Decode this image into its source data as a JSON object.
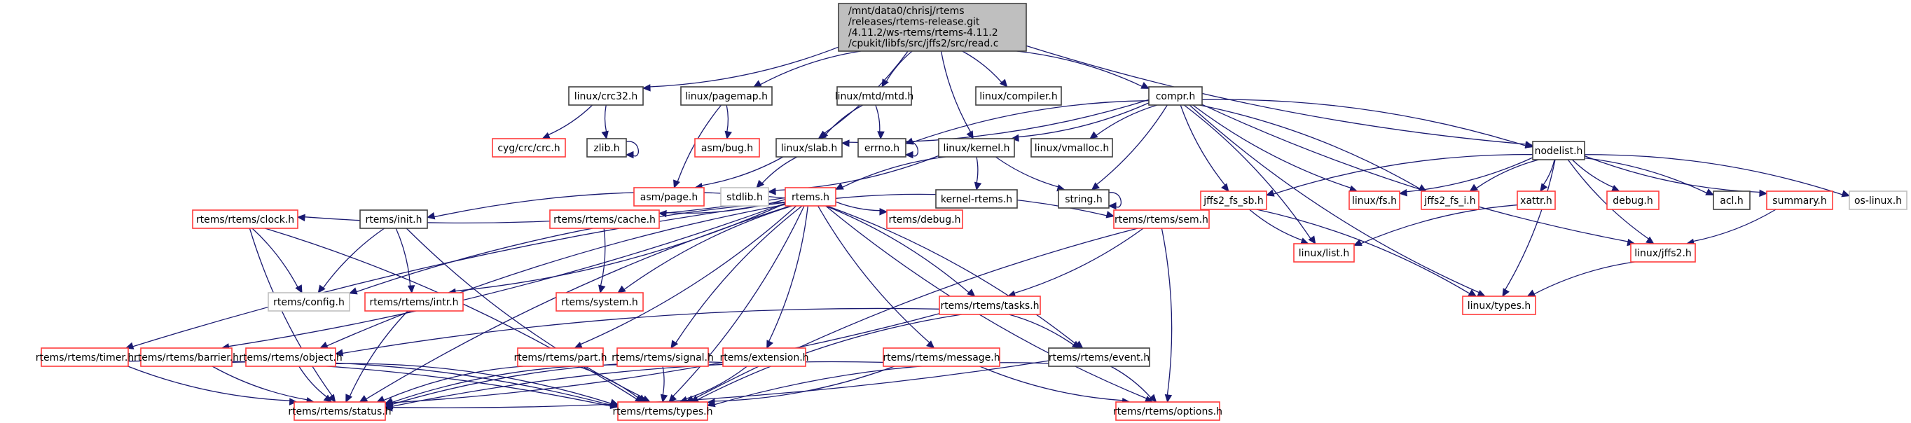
{
  "title": "Include dependency graph for read.c",
  "legend": {
    "border_colors": {
      "documented": "#404040",
      "not_found": "#ff3b3b",
      "external": "#bfbfbf",
      "root_fill": "#bfbfbf"
    },
    "edge_color": "#191970"
  },
  "nodes": [
    {
      "id": "root",
      "kind": "root",
      "lines": [
        "/mnt/data0/chrisj/rtems",
        "/releases/rtems-release.git",
        "/4.11.2/ws-rtems/rtems-4.11.2",
        "/cpukit/libfs/src/jffs2/src/read.c"
      ]
    },
    {
      "id": "crc32",
      "kind": "black",
      "label": "linux/crc32.h"
    },
    {
      "id": "pagemap",
      "kind": "black",
      "label": "linux/pagemap.h"
    },
    {
      "id": "mtd",
      "kind": "black",
      "label": "linux/mtd/mtd.h"
    },
    {
      "id": "compiler",
      "kind": "black",
      "label": "linux/compiler.h"
    },
    {
      "id": "compr",
      "kind": "black",
      "label": "compr.h"
    },
    {
      "id": "nodelist",
      "kind": "black",
      "label": "nodelist.h"
    },
    {
      "id": "cygcrc",
      "kind": "red",
      "label": "cyg/crc/crc.h"
    },
    {
      "id": "zlib",
      "kind": "black",
      "label": "zlib.h"
    },
    {
      "id": "asmbug",
      "kind": "red",
      "label": "asm/bug.h"
    },
    {
      "id": "slab",
      "kind": "black",
      "label": "linux/slab.h"
    },
    {
      "id": "errno",
      "kind": "black",
      "label": "errno.h"
    },
    {
      "id": "kernel",
      "kind": "black",
      "label": "linux/kernel.h"
    },
    {
      "id": "vmalloc",
      "kind": "black",
      "label": "linux/vmalloc.h"
    },
    {
      "id": "asmpage",
      "kind": "red",
      "label": "asm/page.h"
    },
    {
      "id": "stdlib",
      "kind": "gray",
      "label": "stdlib.h"
    },
    {
      "id": "rtemsh",
      "kind": "red",
      "label": "rtems.h"
    },
    {
      "id": "kernelrtems",
      "kind": "black",
      "label": "kernel-rtems.h"
    },
    {
      "id": "string",
      "kind": "black",
      "label": "string.h"
    },
    {
      "id": "fssb",
      "kind": "red",
      "label": "jffs2_fs_sb.h"
    },
    {
      "id": "linuxfs",
      "kind": "red",
      "label": "linux/fs.h"
    },
    {
      "id": "fsi",
      "kind": "red",
      "label": "jffs2_fs_i.h"
    },
    {
      "id": "xattr",
      "kind": "red",
      "label": "xattr.h"
    },
    {
      "id": "debugh",
      "kind": "red",
      "label": "debug.h"
    },
    {
      "id": "acl",
      "kind": "black",
      "label": "acl.h"
    },
    {
      "id": "summary",
      "kind": "red",
      "label": "summary.h"
    },
    {
      "id": "oslinux",
      "kind": "gray",
      "label": "os-linux.h"
    },
    {
      "id": "clock",
      "kind": "red",
      "label": "rtems/rtems/clock.h"
    },
    {
      "id": "init",
      "kind": "black",
      "label": "rtems/init.h"
    },
    {
      "id": "cache",
      "kind": "red",
      "label": "rtems/rtems/cache.h"
    },
    {
      "id": "rdebug",
      "kind": "red",
      "label": "rtems/debug.h"
    },
    {
      "id": "sem",
      "kind": "red",
      "label": "rtems/rtems/sem.h"
    },
    {
      "id": "list",
      "kind": "red",
      "label": "linux/list.h"
    },
    {
      "id": "jffs2h",
      "kind": "red",
      "label": "linux/jffs2.h"
    },
    {
      "id": "config",
      "kind": "gray",
      "label": "rtems/config.h"
    },
    {
      "id": "intr",
      "kind": "red",
      "label": "rtems/rtems/intr.h"
    },
    {
      "id": "system",
      "kind": "red",
      "label": "rtems/system.h"
    },
    {
      "id": "tasks",
      "kind": "red",
      "label": "rtems/rtems/tasks.h"
    },
    {
      "id": "ltypes",
      "kind": "red",
      "label": "linux/types.h"
    },
    {
      "id": "timer",
      "kind": "red",
      "label": "rtems/rtems/timer.h"
    },
    {
      "id": "barrier",
      "kind": "red",
      "label": "rtems/rtems/barrier.h"
    },
    {
      "id": "object",
      "kind": "red",
      "label": "rtems/rtems/object.h"
    },
    {
      "id": "part",
      "kind": "red",
      "label": "rtems/rtems/part.h"
    },
    {
      "id": "signal",
      "kind": "red",
      "label": "rtems/rtems/signal.h"
    },
    {
      "id": "extension",
      "kind": "red",
      "label": "rtems/extension.h"
    },
    {
      "id": "message",
      "kind": "red",
      "label": "rtems/rtems/message.h"
    },
    {
      "id": "event",
      "kind": "black",
      "label": "rtems/rtems/event.h"
    },
    {
      "id": "status",
      "kind": "red",
      "label": "rtems/rtems/status.h"
    },
    {
      "id": "rtypes",
      "kind": "red",
      "label": "rtems/rtems/types.h"
    },
    {
      "id": "options",
      "kind": "red",
      "label": "rtems/rtems/options.h"
    }
  ],
  "edges": [
    [
      "root",
      "crc32"
    ],
    [
      "root",
      "pagemap"
    ],
    [
      "root",
      "slab"
    ],
    [
      "root",
      "mtd"
    ],
    [
      "root",
      "compiler"
    ],
    [
      "root",
      "kernel"
    ],
    [
      "root",
      "compr"
    ],
    [
      "root",
      "nodelist"
    ],
    [
      "crc32",
      "cygcrc"
    ],
    [
      "crc32",
      "zlib"
    ],
    [
      "zlib",
      "zlib"
    ],
    [
      "pagemap",
      "asmpage"
    ],
    [
      "pagemap",
      "asmbug"
    ],
    [
      "mtd",
      "slab"
    ],
    [
      "mtd",
      "errno"
    ],
    [
      "errno",
      "errno"
    ],
    [
      "compr",
      "slab"
    ],
    [
      "compr",
      "errno"
    ],
    [
      "compr",
      "kernel"
    ],
    [
      "compr",
      "vmalloc"
    ],
    [
      "compr",
      "string"
    ],
    [
      "compr",
      "fssb"
    ],
    [
      "compr",
      "list"
    ],
    [
      "compr",
      "linuxfs"
    ],
    [
      "compr",
      "fsi"
    ],
    [
      "compr",
      "ltypes"
    ],
    [
      "compr",
      "nodelist"
    ],
    [
      "compr",
      "jffs2h"
    ],
    [
      "slab",
      "asmpage"
    ],
    [
      "slab",
      "stdlib"
    ],
    [
      "kernel",
      "stdlib"
    ],
    [
      "kernel",
      "rtemsh"
    ],
    [
      "kernel",
      "kernelrtems"
    ],
    [
      "kernel",
      "string"
    ],
    [
      "string",
      "string"
    ],
    [
      "nodelist",
      "fssb"
    ],
    [
      "nodelist",
      "linuxfs"
    ],
    [
      "nodelist",
      "fsi"
    ],
    [
      "nodelist",
      "xattr"
    ],
    [
      "nodelist",
      "debugh"
    ],
    [
      "nodelist",
      "acl"
    ],
    [
      "nodelist",
      "summary"
    ],
    [
      "nodelist",
      "oslinux"
    ],
    [
      "nodelist",
      "jffs2h"
    ],
    [
      "nodelist",
      "ltypes"
    ],
    [
      "fssb",
      "list"
    ],
    [
      "fssb",
      "ltypes"
    ],
    [
      "xattr",
      "list"
    ],
    [
      "summary",
      "jffs2h"
    ],
    [
      "jffs2h",
      "ltypes"
    ],
    [
      "rtemsh",
      "clock"
    ],
    [
      "rtemsh",
      "init"
    ],
    [
      "rtemsh",
      "cache"
    ],
    [
      "rtemsh",
      "rdebug"
    ],
    [
      "rtemsh",
      "sem"
    ],
    [
      "rtemsh",
      "config"
    ],
    [
      "rtemsh",
      "intr"
    ],
    [
      "rtemsh",
      "system"
    ],
    [
      "rtemsh",
      "tasks"
    ],
    [
      "rtemsh",
      "timer"
    ],
    [
      "rtemsh",
      "barrier"
    ],
    [
      "rtemsh",
      "object"
    ],
    [
      "rtemsh",
      "part"
    ],
    [
      "rtemsh",
      "signal"
    ],
    [
      "rtemsh",
      "extension"
    ],
    [
      "rtemsh",
      "message"
    ],
    [
      "rtemsh",
      "event"
    ],
    [
      "rtemsh",
      "status"
    ],
    [
      "rtemsh",
      "rtypes"
    ],
    [
      "rtemsh",
      "options"
    ],
    [
      "clock",
      "config"
    ],
    [
      "clock",
      "status"
    ],
    [
      "clock",
      "rtypes"
    ],
    [
      "init",
      "config"
    ],
    [
      "init",
      "intr"
    ],
    [
      "init",
      "rtypes"
    ],
    [
      "cache",
      "system"
    ],
    [
      "intr",
      "status"
    ],
    [
      "sem",
      "tasks"
    ],
    [
      "sem",
      "rtypes"
    ],
    [
      "sem",
      "options"
    ],
    [
      "tasks",
      "object"
    ],
    [
      "tasks",
      "event"
    ],
    [
      "tasks",
      "rtypes"
    ],
    [
      "tasks",
      "status"
    ],
    [
      "timer",
      "status"
    ],
    [
      "timer",
      "rtypes"
    ],
    [
      "barrier",
      "status"
    ],
    [
      "barrier",
      "rtypes"
    ],
    [
      "object",
      "status"
    ],
    [
      "object",
      "rtypes"
    ],
    [
      "part",
      "status"
    ],
    [
      "part",
      "rtypes"
    ],
    [
      "signal",
      "status"
    ],
    [
      "signal",
      "rtypes"
    ],
    [
      "extension",
      "status"
    ],
    [
      "extension",
      "rtypes"
    ],
    [
      "message",
      "status"
    ],
    [
      "message",
      "rtypes"
    ],
    [
      "message",
      "options"
    ],
    [
      "event",
      "status"
    ],
    [
      "event",
      "rtypes"
    ],
    [
      "event",
      "options"
    ]
  ]
}
